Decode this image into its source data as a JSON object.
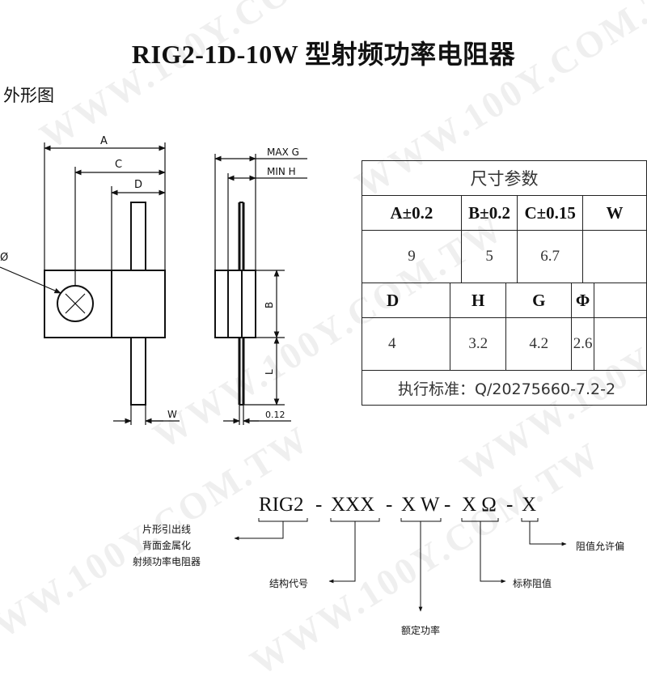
{
  "title": "RIG2-1D-10W 型射频功率电阻器",
  "section_label": "外形图",
  "watermark": "WWW.100Y.COM.TW",
  "drawing_labels": {
    "A": "A",
    "C": "C",
    "D": "D",
    "phi": "Ø",
    "max_g": "MAX G",
    "min_h": "MIN H",
    "B": "B",
    "L": "L",
    "W": "W",
    "thickness": "0.12"
  },
  "table": {
    "header": "尺寸参数",
    "row1_labels": [
      "A±0.2",
      "B±0.2",
      "C±0.15",
      "W"
    ],
    "row1_values": [
      "9",
      "5",
      "6.7",
      ""
    ],
    "row2_labels": [
      "D",
      "H",
      "G",
      "Φ",
      ""
    ],
    "row2_values": [
      "4",
      "3.2",
      "4.2",
      "2.6",
      ""
    ],
    "standard": "执行标准：Q/20275660-7.2-2"
  },
  "part_number": {
    "seg1": "RIG2",
    "sep1": "-",
    "seg2": "XXX",
    "sep2": "-",
    "seg3": "X W",
    "sep3": "-",
    "seg4": "X Ω",
    "sep4": "-",
    "seg5": "X"
  },
  "captions": {
    "type_line1": "片形引出线",
    "type_line2": "背面金属化",
    "type_line3": "射频功率电阻器",
    "structure_code": "结构代号",
    "rated_power": "额定功率",
    "nominal_resistance": "标称阻值",
    "tolerance": "阻值允许偏"
  }
}
